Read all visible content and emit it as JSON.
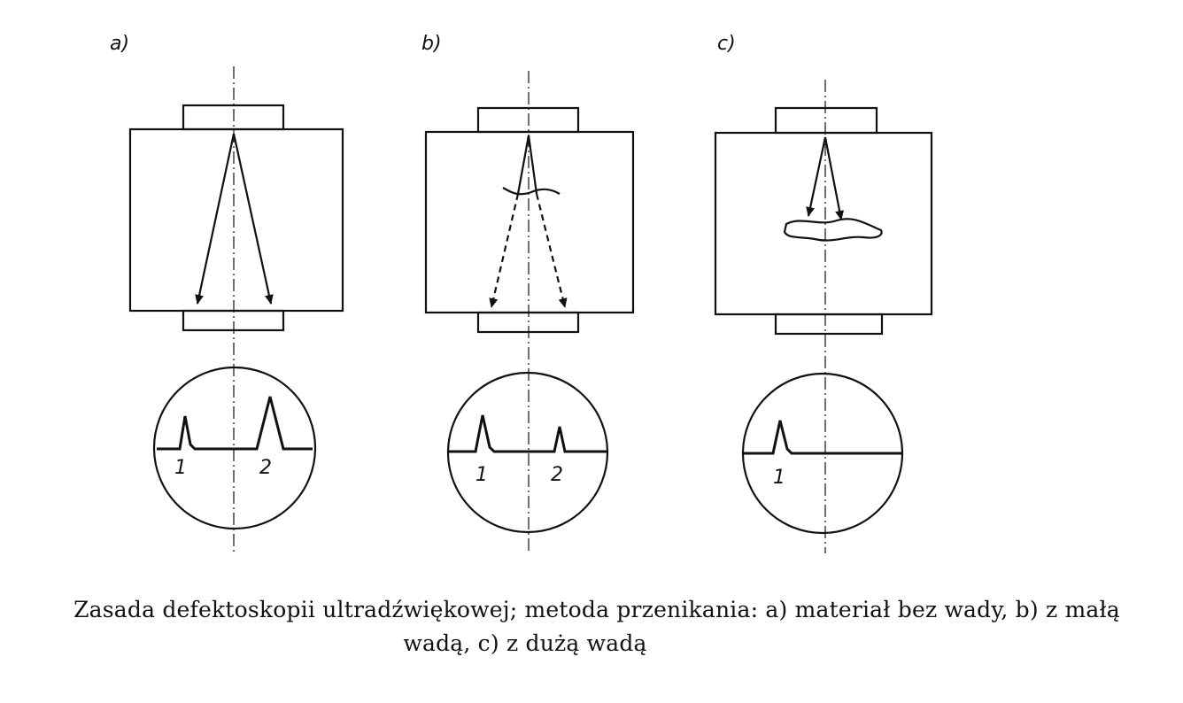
{
  "panels": [
    {
      "id": "a",
      "letter": "a)",
      "defect": "none",
      "beam": "solid",
      "peaks": [
        {
          "label": "1"
        },
        {
          "label": "2"
        }
      ]
    },
    {
      "id": "b",
      "letter": "b)",
      "defect": "small",
      "beam": "dashed-below-defect",
      "peaks": [
        {
          "label": "1"
        },
        {
          "label": "2"
        }
      ]
    },
    {
      "id": "c",
      "letter": "c)",
      "defect": "large",
      "beam": "blocked",
      "peaks": [
        {
          "label": "1"
        }
      ]
    }
  ],
  "caption": {
    "line1": "Zasada defektoskopii ultradźwiękowej; metoda przenikania: a) materiał bez wady, b) z małą",
    "line2": "wadą, c) z dużą wadą"
  },
  "colors": {
    "ink": "#111111",
    "background": "#ffffff"
  }
}
